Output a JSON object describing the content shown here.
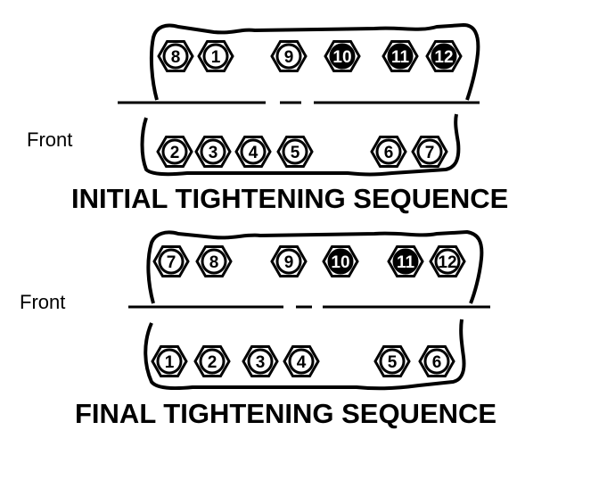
{
  "diagrams": [
    {
      "id": "initial",
      "title": "INITIAL TIGHTENING SEQUENCE",
      "front_label": "Front",
      "top_row": [
        "8",
        "1",
        "9",
        "10",
        "11",
        "12"
      ],
      "bottom_row": [
        "2",
        "3",
        "4",
        "5",
        "6",
        "7"
      ],
      "dark_bolts": [
        "10",
        "11",
        "12"
      ]
    },
    {
      "id": "final",
      "title": "FINAL TIGHTENING SEQUENCE",
      "front_label": "Front",
      "top_row": [
        "7",
        "8",
        "9",
        "10",
        "11",
        "12"
      ],
      "bottom_row": [
        "1",
        "2",
        "3",
        "4",
        "5",
        "6"
      ],
      "dark_bolts": [
        "10",
        "11"
      ]
    }
  ]
}
